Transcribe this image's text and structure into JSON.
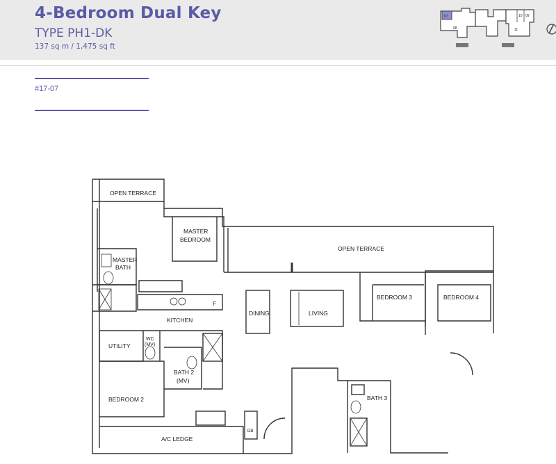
{
  "header": {
    "title": "4-Bedroom Dual Key",
    "type": "TYPE PH1-DK",
    "area": "137 sq m / 1,475 sq ft"
  },
  "unit_number": "#17-07",
  "keyplan": {
    "highlight_color": "#8b8fd1",
    "labels": [
      "07",
      "10",
      "09",
      "11",
      "08"
    ]
  },
  "rooms": {
    "open_terrace_top": "OPEN TERRACE",
    "master_bedroom_1": "MASTER",
    "master_bedroom_2": "BEDROOM",
    "master_bath_1": "MASTER",
    "master_bath_2": "BATH",
    "open_terrace_right": "OPEN TERRACE",
    "bedroom3": "BEDROOM 3",
    "bedroom4": "BEDROOM 4",
    "dining": "DINING",
    "living": "LIVING",
    "kitchen": "KITCHEN",
    "utility": "UTILITY",
    "wc_1": "WC",
    "wc_2": "(MV)",
    "bath2_1": "BATH 2",
    "bath2_2": "(MV)",
    "bedroom2": "BEDROOM 2",
    "bath3": "BATH 3",
    "ac_ledge": "A/C LEDGE",
    "db": "DB",
    "fridge": "F"
  },
  "colors": {
    "accent": "#5b5aa6",
    "header_bg": "#eaeaea"
  }
}
